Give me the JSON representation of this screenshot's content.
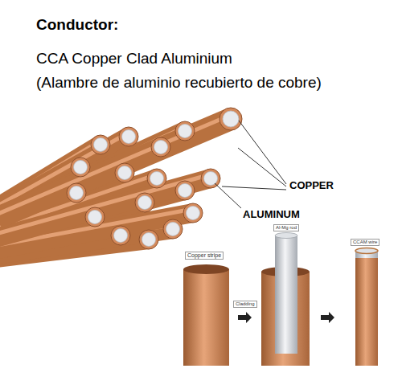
{
  "diagram": {
    "title": "Conductor:",
    "labels": [
      "CCA Copper Clad Aluminium",
      "(Alambre de aluminio recubierto de cobre)",
      "COPPER",
      "ALUMINUM",
      "Copper stripe",
      "Cladding",
      "Al-Mg rod",
      "CCAM wire"
    ]
  }
}
